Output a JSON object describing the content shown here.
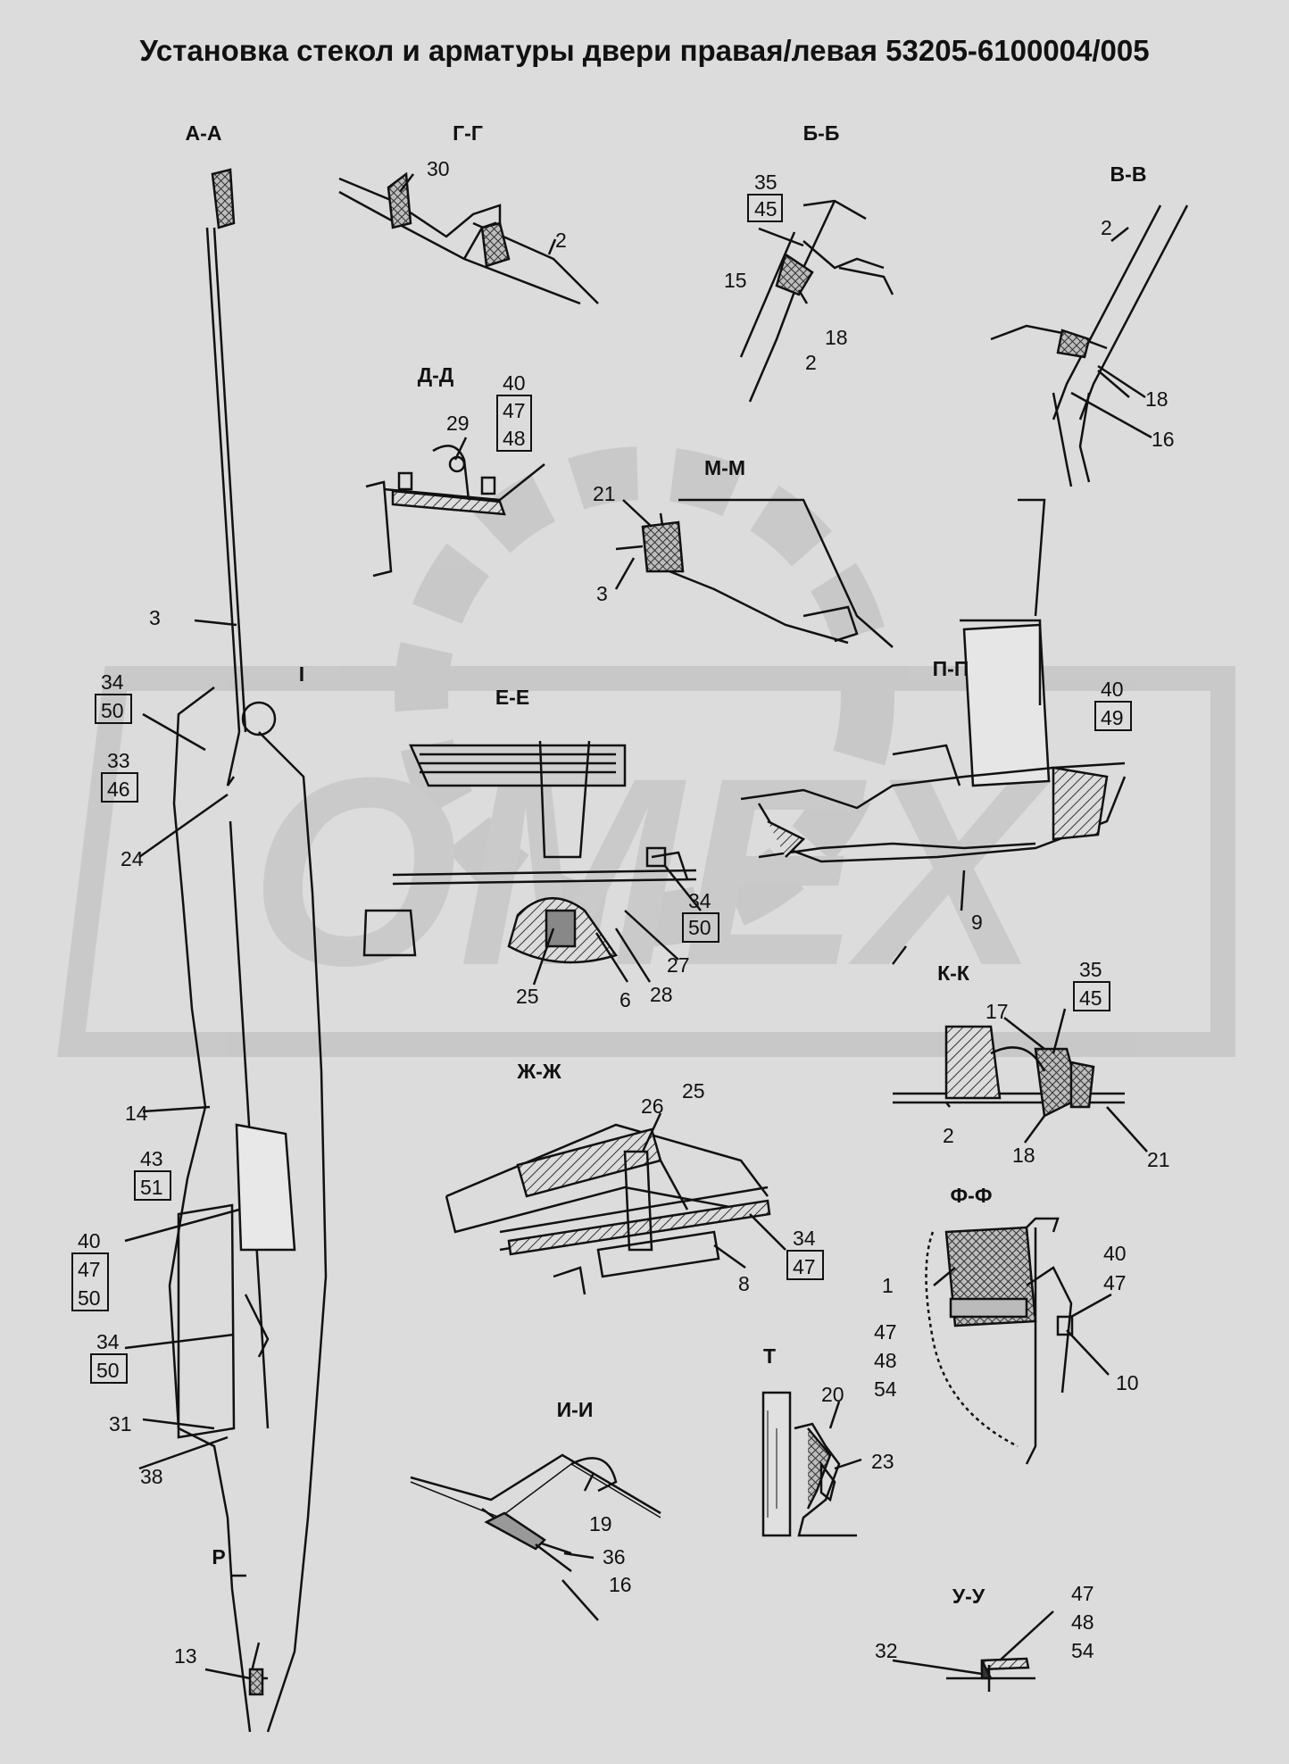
{
  "title": "Установка стекол и арматуры двери правая/левая 53205-6100004/005",
  "watermark": "OMEX",
  "colors": {
    "background": "#dcdcdc",
    "watermark": "#c4c4c4",
    "ink": "#111111",
    "hatch": "#6a6a6a"
  },
  "sections": {
    "aa": "А-А",
    "gg": "Г-Г",
    "bb": "Б-Б",
    "vv": "В-В",
    "dd": "Д-Д",
    "mm": "М-М",
    "ee": "Е-Е",
    "pp": "П-П",
    "kk": "К-К",
    "zhzh": "Ж-Ж",
    "ff": "Ф-Ф",
    "ii": "И-И",
    "t": "Т",
    "uu": "У-У",
    "i": "I",
    "r": "Р"
  },
  "labels": {
    "n1": "1",
    "n2": "2",
    "n3": "3",
    "n6": "6",
    "n8": "8",
    "n9": "9",
    "n10": "10",
    "n13": "13",
    "n14": "14",
    "n15": "15",
    "n16": "16",
    "n17": "17",
    "n18": "18",
    "n19": "19",
    "n20": "20",
    "n21": "21",
    "n23": "23",
    "n24": "24",
    "n25": "25",
    "n26": "26",
    "n27": "27",
    "n28": "28",
    "n29": "29",
    "n30": "30",
    "n31": "31",
    "n32": "32",
    "n33": "33",
    "n34": "34",
    "n35": "35",
    "n36": "36",
    "n38": "38",
    "n40": "40",
    "n43": "43",
    "n45": "45",
    "n46": "46",
    "n47": "47",
    "n48": "48",
    "n49": "49",
    "n50": "50",
    "n51": "51",
    "n54": "54"
  }
}
